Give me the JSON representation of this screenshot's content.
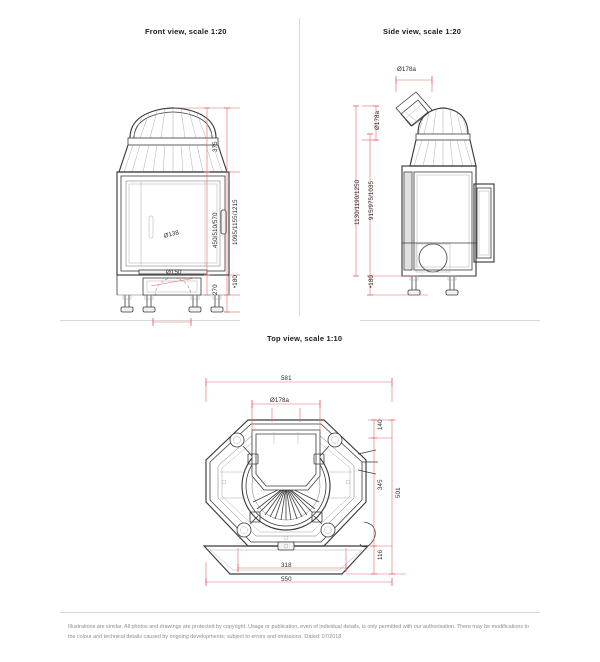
{
  "document": {
    "type": "technical-drawing-sheet",
    "background_color": "#ffffff",
    "dimension_color": "#e8656a",
    "outline_color": "#3b3b3b"
  },
  "views": {
    "front": {
      "title": "Front view, scale 1:20",
      "scale": "1:20"
    },
    "side": {
      "title": "Side view, scale 1:20",
      "scale": "1:20"
    },
    "top": {
      "title": "Top view, scale 1:10",
      "scale": "1:10"
    }
  },
  "dimensions": {
    "front": {
      "dome_height": "375",
      "body_height": "450/510/570",
      "total_height": "1095/1155/1215",
      "base_height": "270",
      "leg_height": "180",
      "flue_outlet": "Ø138",
      "base_outlet": "Ø150"
    },
    "side": {
      "top_outlet": "Ø178a",
      "rear_outlet": "Ø178a",
      "total_height": "1130/1190/1250",
      "body_height": "915/975/1035",
      "leg_height": "180"
    },
    "top": {
      "overall_width": "581",
      "outlet": "Ø178a",
      "front_depth": "140",
      "mid_depth": "345",
      "overall_depth": "501",
      "rear_depth": "116",
      "inner_width": "318",
      "base_width": "550"
    }
  },
  "footer": {
    "disclaimer": "Illustrations are similar. All photos and drawings are protected by copyright. Usage or publication, even of individual details, is only permitted with our authorisation. There may be modifications to the colour and technical details caused by ongoing developments; subject to errors and omissions. Dated: 07/2018"
  }
}
